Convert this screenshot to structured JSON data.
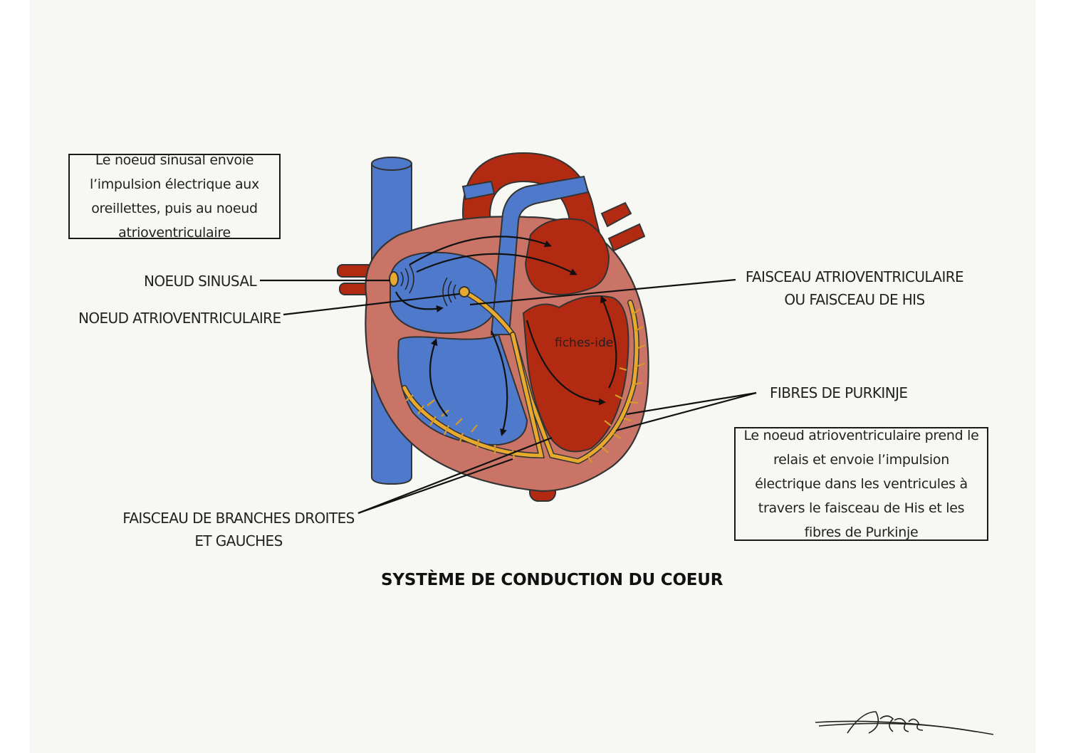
{
  "boxes": {
    "sinus_info": "Le noeud sinusal envoie l’impulsion électrique aux oreillettes, puis au noeud atrioventriculaire",
    "av_info": "Le noeud atrioventriculaire prend le relais et envoie l’impulsion électrique dans les ventricules à travers le faisceau de His et les fibres de Purkinje"
  },
  "labels": {
    "noeud_sinusal": "NOEUD SINUSAL",
    "noeud_av": "NOEUD ATRIOVENTRICULAIRE",
    "faisceau_his_line1": "FAISCEAU ATRIOVENTRICULAIRE",
    "faisceau_his_line2": "OU FAISCEAU DE HIS",
    "purkinje": "FIBRES DE PURKINJE",
    "branches_line1": "FAISCEAU DE BRANCHES DROITES",
    "branches_line2": "ET GAUCHES"
  },
  "watermark": "fiches-ide",
  "title": "SYSTÈME DE CONDUCTION DU COEUR",
  "colors": {
    "vein_blue": "#4f7acb",
    "artery_red": "#b22a12",
    "myocardium": "#c97466",
    "conduction_yellow": "#e8a92f",
    "outline": "#3a3a3a",
    "paper": "#f7f7f4"
  }
}
